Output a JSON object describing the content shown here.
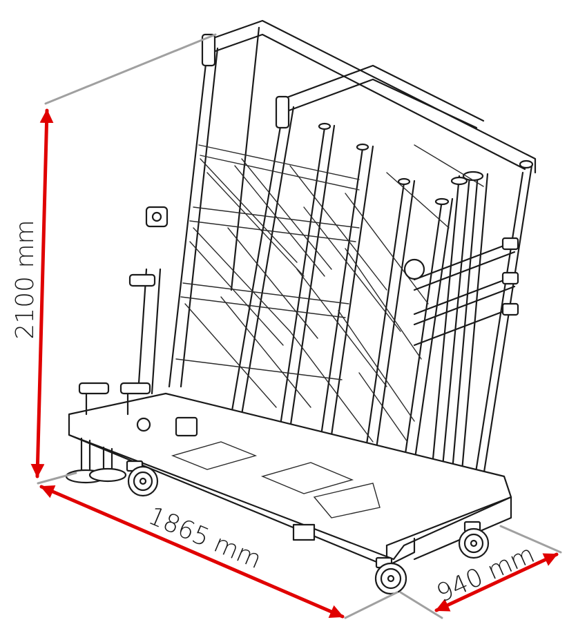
{
  "dimensions": {
    "height": "2100 mm",
    "length": "1865 mm",
    "width": "940 mm"
  },
  "colors": {
    "dimension_arrow": "#e00000",
    "extension_line": "#a0a0a0",
    "drawing_line": "#1a1a1a"
  }
}
